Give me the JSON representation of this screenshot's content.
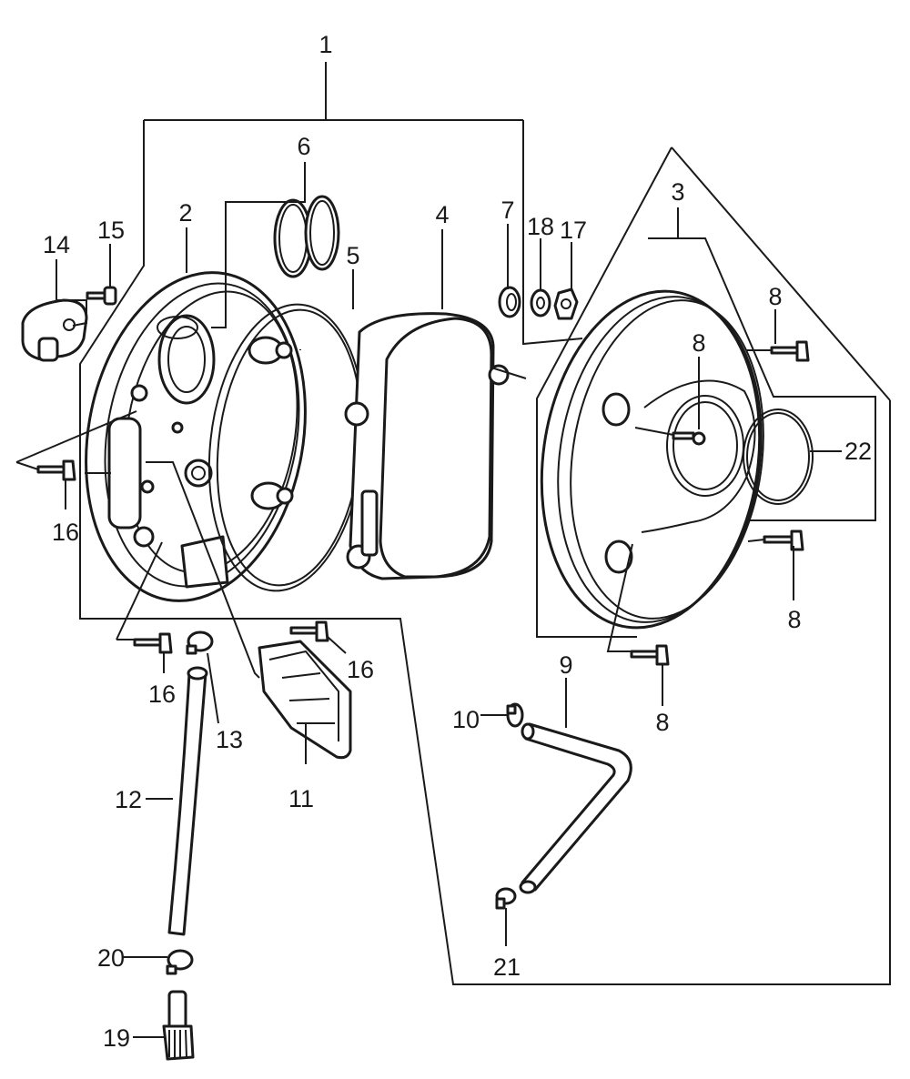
{
  "colors": {
    "ink": "#1a1a1a",
    "background": "#ffffff"
  },
  "callouts": {
    "c1": "1",
    "c2": "2",
    "c3": "3",
    "c4": "4",
    "c5": "5",
    "c6": "6",
    "c7": "7",
    "c8a": "8",
    "c8b": "8",
    "c8c": "8",
    "c8d": "8",
    "c9": "9",
    "c10": "10",
    "c11": "11",
    "c12": "12",
    "c13": "13",
    "c14": "14",
    "c15": "15",
    "c16a": "16",
    "c16b": "16",
    "c16c": "16",
    "c17": "17",
    "c18": "18",
    "c19": "19",
    "c20": "20",
    "c21": "21",
    "c22": "22"
  }
}
